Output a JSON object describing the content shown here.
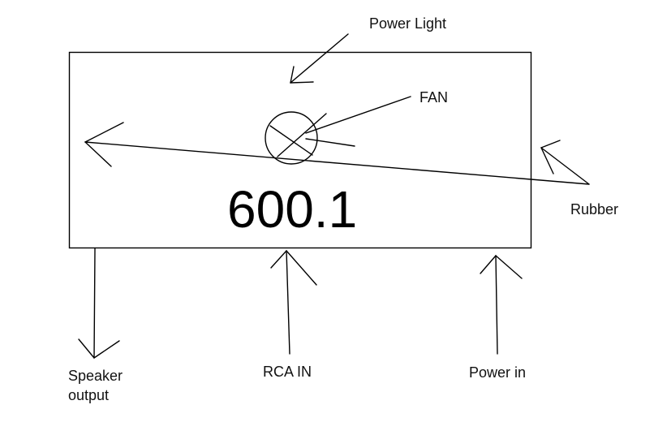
{
  "diagram": {
    "device_label": "600.1",
    "labels": {
      "power_light": "Power Light",
      "fan": "FAN",
      "rubber": "Rubber",
      "speaker_output": "Speaker\noutput",
      "rca_in": "RCA IN",
      "power_in": "Power in"
    },
    "stroke_color": "#000000",
    "background_color": "#ffffff"
  }
}
